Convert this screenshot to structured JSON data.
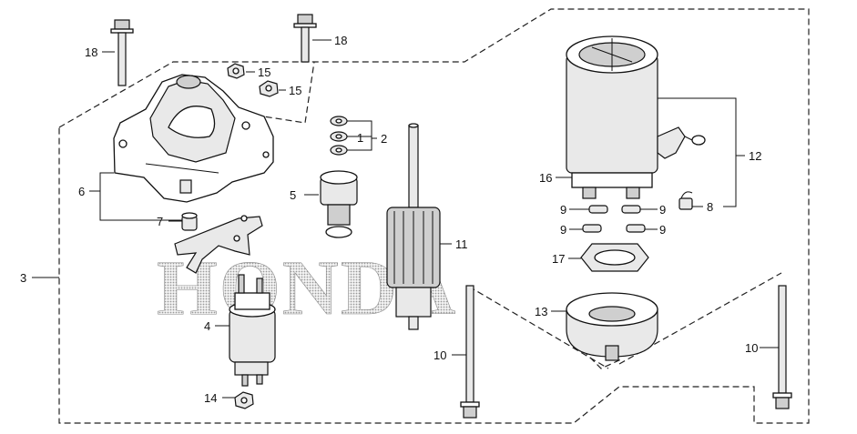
{
  "watermark": "HONDA",
  "callouts": {
    "c1": "1",
    "c2": "2",
    "c3": "3",
    "c4": "4",
    "c5": "5",
    "c6": "6",
    "c7": "7",
    "c8": "8",
    "c9a": "9",
    "c9b": "9",
    "c9c": "9",
    "c9d": "9",
    "c10a": "10",
    "c10b": "10",
    "c11": "11",
    "c12": "12",
    "c13": "13",
    "c14": "14",
    "c15a": "15",
    "c15b": "15",
    "c16": "16",
    "c17": "17",
    "c18a": "18",
    "c18b": "18"
  }
}
